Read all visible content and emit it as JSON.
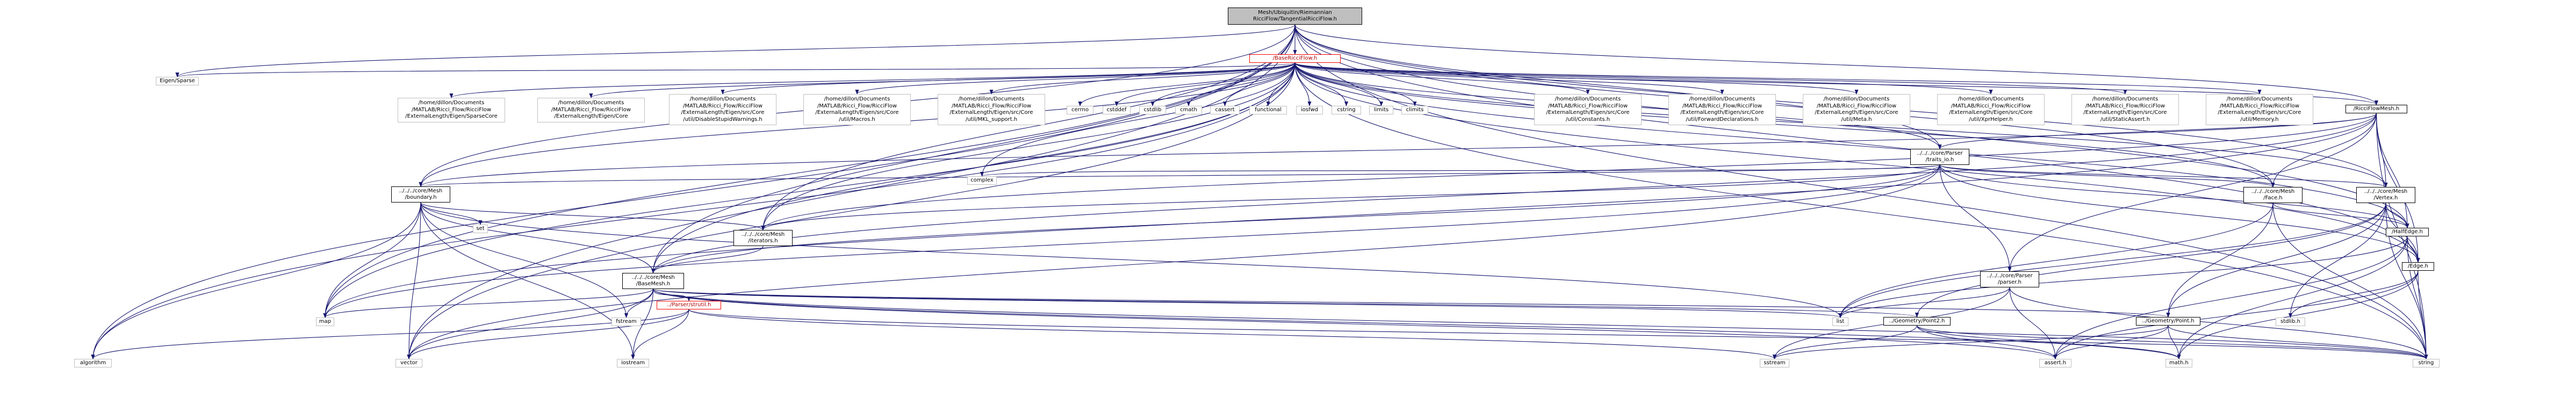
{
  "nodes": [
    {
      "id": "root",
      "label": "Mesh/Ubiquitin/Riemannian\nRicciFlow/TangentialRicciFlow.h",
      "kind": "root"
    },
    {
      "id": "baseRicci",
      "label": "/BaseRicciFlow.h",
      "kind": "red"
    },
    {
      "id": "eigenSparse",
      "label": "Eigen/Sparse",
      "kind": "leaf"
    },
    {
      "id": "extSparseCore",
      "label": "/home/dillon/Documents\n/MATLAB/Ricci_Flow/RicciFlow\n/ExternalLength/Eigen/SparseCore",
      "kind": "leaf"
    },
    {
      "id": "extCore",
      "label": "/home/dillon/Documents\n/MATLAB/Ricci_Flow/RicciFlow\n/ExternalLength/Eigen/Core",
      "kind": "leaf"
    },
    {
      "id": "extDisable",
      "label": "/home/dillon/Documents\n/MATLAB/Ricci_Flow/RicciFlow\n/ExternalLength/Eigen/src/Core\n/util/DisableStupidWarnings.h",
      "kind": "leaf"
    },
    {
      "id": "extMacros",
      "label": "/home/dillon/Documents\n/MATLAB/Ricci_Flow/RicciFlow\n/ExternalLength/Eigen/src/Core\n/util/Macros.h",
      "kind": "leaf"
    },
    {
      "id": "extMKL",
      "label": "/home/dillon/Documents\n/MATLAB/Ricci_Flow/RicciFlow\n/ExternalLength/Eigen/src/Core\n/util/MKL_support.h",
      "kind": "leaf"
    },
    {
      "id": "cerrno",
      "label": "cerrno",
      "kind": "leaf"
    },
    {
      "id": "cstddef",
      "label": "cstddef",
      "kind": "leaf"
    },
    {
      "id": "cstdlib",
      "label": "cstdlib",
      "kind": "leaf"
    },
    {
      "id": "cmath",
      "label": "cmath",
      "kind": "leaf"
    },
    {
      "id": "cassert",
      "label": "cassert",
      "kind": "leaf"
    },
    {
      "id": "functional",
      "label": "functional",
      "kind": "leaf"
    },
    {
      "id": "iosfwd",
      "label": "iosfwd",
      "kind": "leaf"
    },
    {
      "id": "cstring",
      "label": "cstring",
      "kind": "leaf"
    },
    {
      "id": "limits",
      "label": "limits",
      "kind": "leaf"
    },
    {
      "id": "climits",
      "label": "climits",
      "kind": "leaf"
    },
    {
      "id": "extConstants",
      "label": "/home/dillon/Documents\n/MATLAB/Ricci_Flow/RicciFlow\n/ExternalLength/Eigen/src/Core\n/util/Constants.h",
      "kind": "leaf"
    },
    {
      "id": "extForward",
      "label": "/home/dillon/Documents\n/MATLAB/Ricci_Flow/RicciFlow\n/ExternalLength/Eigen/src/Core\n/util/ForwardDeclarations.h",
      "kind": "leaf"
    },
    {
      "id": "extMeta",
      "label": "/home/dillon/Documents\n/MATLAB/Ricci_Flow/RicciFlow\n/ExternalLength/Eigen/src/Core\n/util/Meta.h",
      "kind": "leaf"
    },
    {
      "id": "extXpr",
      "label": "/home/dillon/Documents\n/MATLAB/Ricci_Flow/RicciFlow\n/ExternalLength/Eigen/src/Core\n/util/XprHelper.h",
      "kind": "leaf"
    },
    {
      "id": "extStatic",
      "label": "/home/dillon/Documents\n/MATLAB/Ricci_Flow/RicciFlow\n/ExternalLength/Eigen/src/Core\n/util/StaticAssert.h",
      "kind": "leaf"
    },
    {
      "id": "extMemory",
      "label": "/home/dillon/Documents\n/MATLAB/Ricci_Flow/RicciFlow\n/ExternalLength/Eigen/src/Core\n/util/Memory.h",
      "kind": "leaf"
    },
    {
      "id": "ricciMesh",
      "label": "/RicciFlowMesh.h",
      "kind": "doc"
    },
    {
      "id": "parseTraits",
      "label": "../../../core/Parser\n/traits_io.h",
      "kind": "doc"
    },
    {
      "id": "complex",
      "label": "complex",
      "kind": "leaf"
    },
    {
      "id": "boundary",
      "label": "../../../core/Mesh\n/boundary.h",
      "kind": "doc"
    },
    {
      "id": "set",
      "label": "set",
      "kind": "leaf"
    },
    {
      "id": "iterators",
      "label": "../../../core/Mesh\n/iterators.h",
      "kind": "doc"
    },
    {
      "id": "face",
      "label": "../../../core/Mesh\n/Face.h",
      "kind": "doc"
    },
    {
      "id": "vertex",
      "label": "../../../core/Mesh\n/Vertex.h",
      "kind": "doc"
    },
    {
      "id": "halfedge",
      "label": "/HalfEdge.h",
      "kind": "doc"
    },
    {
      "id": "edge",
      "label": "/Edge.h",
      "kind": "doc"
    },
    {
      "id": "baseMesh",
      "label": "../../../core/Mesh\n/BaseMesh.h",
      "kind": "doc"
    },
    {
      "id": "parser",
      "label": "../../../core/Parser\n/parser.h",
      "kind": "doc"
    },
    {
      "id": "parserStrutil",
      "label": "../Parser/strutil.h",
      "kind": "red"
    },
    {
      "id": "point2",
      "label": "../Geometry/Point2.h",
      "kind": "doc"
    },
    {
      "id": "point",
      "label": "../Geometry/Point.h",
      "kind": "doc"
    },
    {
      "id": "map",
      "label": "map",
      "kind": "leaf"
    },
    {
      "id": "fstream",
      "label": "fstream",
      "kind": "leaf"
    },
    {
      "id": "list",
      "label": "list",
      "kind": "leaf"
    },
    {
      "id": "stdlib",
      "label": "stdlib.h",
      "kind": "leaf"
    },
    {
      "id": "algorithm",
      "label": "algorithm",
      "kind": "leaf"
    },
    {
      "id": "vector",
      "label": "vector",
      "kind": "leaf"
    },
    {
      "id": "iostream",
      "label": "iostream",
      "kind": "leaf"
    },
    {
      "id": "sstream",
      "label": "sstream",
      "kind": "leaf"
    },
    {
      "id": "assert",
      "label": "assert.h",
      "kind": "leaf"
    },
    {
      "id": "math",
      "label": "math.h",
      "kind": "leaf"
    },
    {
      "id": "string",
      "label": "string",
      "kind": "leaf"
    }
  ],
  "edges": [
    [
      "root",
      "baseRicci"
    ],
    [
      "root",
      "eigenSparse"
    ],
    [
      "root",
      "ricciMesh"
    ],
    [
      "root",
      "parseTraits"
    ],
    [
      "root",
      "boundary"
    ],
    [
      "root",
      "iterators"
    ],
    [
      "root",
      "baseMesh"
    ],
    [
      "root",
      "face"
    ],
    [
      "root",
      "vertex"
    ],
    [
      "root",
      "halfedge"
    ],
    [
      "root",
      "edge"
    ],
    [
      "root",
      "map"
    ],
    [
      "root",
      "vector"
    ],
    [
      "root",
      "algorithm"
    ],
    [
      "root",
      "string"
    ],
    [
      "baseRicci",
      "eigenSparse"
    ],
    [
      "baseRicci",
      "extSparseCore"
    ],
    [
      "baseRicci",
      "extCore"
    ],
    [
      "baseRicci",
      "extDisable"
    ],
    [
      "baseRicci",
      "extMacros"
    ],
    [
      "baseRicci",
      "extMKL"
    ],
    [
      "baseRicci",
      "cerrno"
    ],
    [
      "baseRicci",
      "cstddef"
    ],
    [
      "baseRicci",
      "cstdlib"
    ],
    [
      "baseRicci",
      "cmath"
    ],
    [
      "baseRicci",
      "cassert"
    ],
    [
      "baseRicci",
      "functional"
    ],
    [
      "baseRicci",
      "iosfwd"
    ],
    [
      "baseRicci",
      "cstring"
    ],
    [
      "baseRicci",
      "limits"
    ],
    [
      "baseRicci",
      "climits"
    ],
    [
      "baseRicci",
      "extConstants"
    ],
    [
      "baseRicci",
      "extForward"
    ],
    [
      "baseRicci",
      "extMeta"
    ],
    [
      "baseRicci",
      "extXpr"
    ],
    [
      "baseRicci",
      "extStatic"
    ],
    [
      "baseRicci",
      "extMemory"
    ],
    [
      "baseRicci",
      "ricciMesh"
    ],
    [
      "baseRicci",
      "parseTraits"
    ],
    [
      "baseRicci",
      "complex"
    ],
    [
      "baseRicci",
      "boundary"
    ],
    [
      "baseRicci",
      "iterators"
    ],
    [
      "baseRicci",
      "baseMesh"
    ],
    [
      "baseRicci",
      "face"
    ],
    [
      "baseRicci",
      "vertex"
    ],
    [
      "baseRicci",
      "halfedge"
    ],
    [
      "baseRicci",
      "edge"
    ],
    [
      "baseRicci",
      "map"
    ],
    [
      "baseRicci",
      "vector"
    ],
    [
      "baseRicci",
      "algorithm"
    ],
    [
      "baseRicci",
      "string"
    ],
    [
      "ricciMesh",
      "parseTraits"
    ],
    [
      "ricciMesh",
      "boundary"
    ],
    [
      "ricciMesh",
      "iterators"
    ],
    [
      "ricciMesh",
      "baseMesh"
    ],
    [
      "ricciMesh",
      "face"
    ],
    [
      "ricciMesh",
      "vertex"
    ],
    [
      "ricciMesh",
      "halfedge"
    ],
    [
      "ricciMesh",
      "edge"
    ],
    [
      "ricciMesh",
      "parser"
    ],
    [
      "ricciMesh",
      "map"
    ],
    [
      "ricciMesh",
      "string"
    ],
    [
      "parseTraits",
      "complex"
    ],
    [
      "parseTraits",
      "boundary"
    ],
    [
      "parseTraits",
      "iterators"
    ],
    [
      "parseTraits",
      "baseMesh"
    ],
    [
      "parseTraits",
      "face"
    ],
    [
      "parseTraits",
      "vertex"
    ],
    [
      "parseTraits",
      "halfedge"
    ],
    [
      "parseTraits",
      "edge"
    ],
    [
      "parseTraits",
      "parser"
    ],
    [
      "parseTraits",
      "map"
    ],
    [
      "parseTraits",
      "vector"
    ],
    [
      "boundary",
      "set"
    ],
    [
      "boundary",
      "iterators"
    ],
    [
      "boundary",
      "baseMesh"
    ],
    [
      "boundary",
      "map"
    ],
    [
      "boundary",
      "vector"
    ],
    [
      "boundary",
      "algorithm"
    ],
    [
      "boundary",
      "fstream"
    ],
    [
      "boundary",
      "iostream"
    ],
    [
      "boundary",
      "list"
    ],
    [
      "iterators",
      "baseMesh"
    ],
    [
      "baseMesh",
      "parserStrutil"
    ],
    [
      "baseMesh",
      "point2"
    ],
    [
      "baseMesh",
      "point"
    ],
    [
      "baseMesh",
      "map"
    ],
    [
      "baseMesh",
      "fstream"
    ],
    [
      "baseMesh",
      "list"
    ],
    [
      "baseMesh",
      "vector"
    ],
    [
      "baseMesh",
      "iostream"
    ],
    [
      "baseMesh",
      "assert"
    ],
    [
      "baseMesh",
      "math"
    ],
    [
      "baseMesh",
      "string"
    ],
    [
      "face",
      "halfedge"
    ],
    [
      "face",
      "point"
    ],
    [
      "face",
      "string"
    ],
    [
      "face",
      "list"
    ],
    [
      "vertex",
      "halfedge"
    ],
    [
      "vertex",
      "edge"
    ],
    [
      "vertex",
      "point"
    ],
    [
      "vertex",
      "point2"
    ],
    [
      "vertex",
      "list"
    ],
    [
      "vertex",
      "stdlib"
    ],
    [
      "vertex",
      "string"
    ],
    [
      "halfedge",
      "edge"
    ],
    [
      "halfedge",
      "list"
    ],
    [
      "halfedge",
      "assert"
    ],
    [
      "halfedge",
      "math"
    ],
    [
      "halfedge",
      "string"
    ],
    [
      "edge",
      "stdlib"
    ],
    [
      "edge",
      "assert"
    ],
    [
      "edge",
      "math"
    ],
    [
      "edge",
      "string"
    ],
    [
      "parser",
      "list"
    ],
    [
      "parser",
      "assert"
    ],
    [
      "parser",
      "sstream"
    ],
    [
      "parser",
      "string"
    ],
    [
      "parserStrutil",
      "vector"
    ],
    [
      "parserStrutil",
      "algorithm"
    ],
    [
      "parserStrutil",
      "sstream"
    ],
    [
      "parserStrutil",
      "string"
    ],
    [
      "parserStrutil",
      "iostream"
    ],
    [
      "point2",
      "assert"
    ],
    [
      "point2",
      "math"
    ],
    [
      "point2",
      "sstream"
    ],
    [
      "point2",
      "string"
    ],
    [
      "point",
      "assert"
    ],
    [
      "point",
      "math"
    ],
    [
      "point",
      "sstream"
    ],
    [
      "point",
      "string"
    ]
  ],
  "colors": {
    "edge": "#191970",
    "doc_border": "#000000",
    "leaf_border": "#bfbfbf",
    "red_border": "#ff0000",
    "root_fill": "#bfbfbf"
  }
}
